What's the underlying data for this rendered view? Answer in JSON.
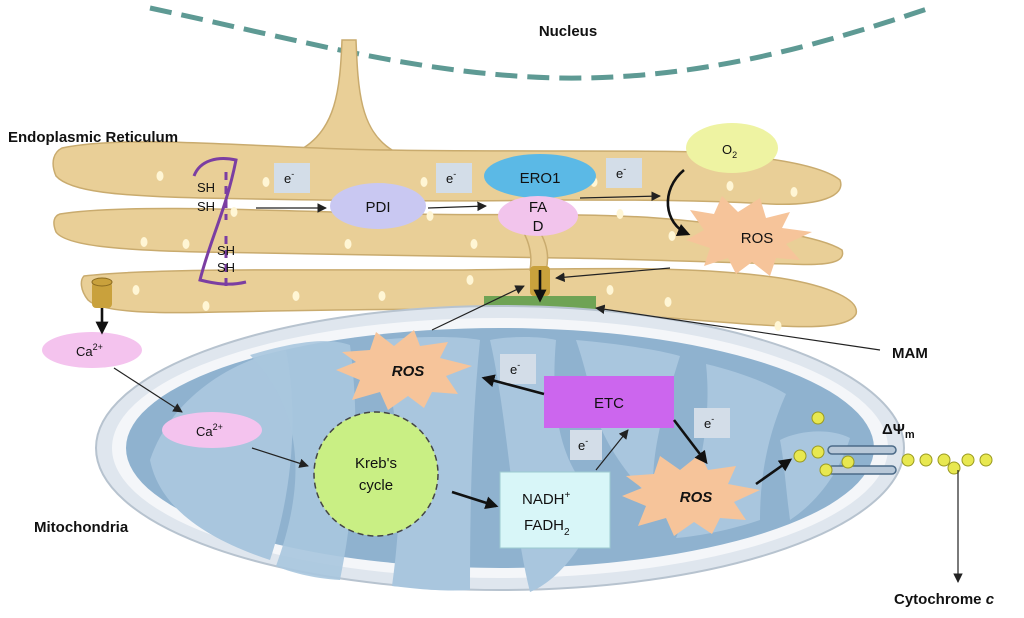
{
  "labels": {
    "nucleus": "Nucleus",
    "er": "Endoplasmic Reticulum",
    "mitochondria": "Mitochondria",
    "mam": "MAM",
    "cytochrome": "Cytochrome",
    "cytochrome_c": "c",
    "delta_psi": "ΔΨ",
    "delta_psi_sub": "m"
  },
  "molecules": {
    "sh": "SH",
    "electron": "e",
    "electron_sup": "-",
    "pdi": "PDI",
    "ero1": "ERO1",
    "fad_1": "FA",
    "fad_2": "D",
    "o2": "O",
    "o2_sub": "2",
    "ros": "ROS",
    "ca": "Ca",
    "ca_sup": "2+",
    "etc": "ETC",
    "kreb_1": "Kreb's",
    "kreb_2": "cycle",
    "nadh": "NADH",
    "nadh_sup": "+",
    "fadh": "FADH",
    "fadh_sub": "2"
  },
  "colors": {
    "er_fill": "#e9cf97",
    "er_stroke": "#c9ab6e",
    "mito_outer": "#dfe6ee",
    "mito_inner": "#8fb2cf",
    "mito_cristae": "#a9c6de",
    "mam": "#6fa354",
    "pdi": "#c9c8f2",
    "ero1": "#5bb9e6",
    "fad": "#f2c4ec",
    "o2": "#eef3a2",
    "ros": "#f6c49a",
    "ca": "#f4c3ee",
    "etc": "#cc66ee",
    "kreb": "#c9ef84",
    "nadh": "#d8f6f8",
    "electron_box": "#d3dde8",
    "sh_link": "#7b3ea2",
    "pore": "#c9a13c",
    "vesicle": "#fff6d5",
    "cyt_dot": "#e8e850",
    "nucleus_dash": "#5e9a94"
  }
}
